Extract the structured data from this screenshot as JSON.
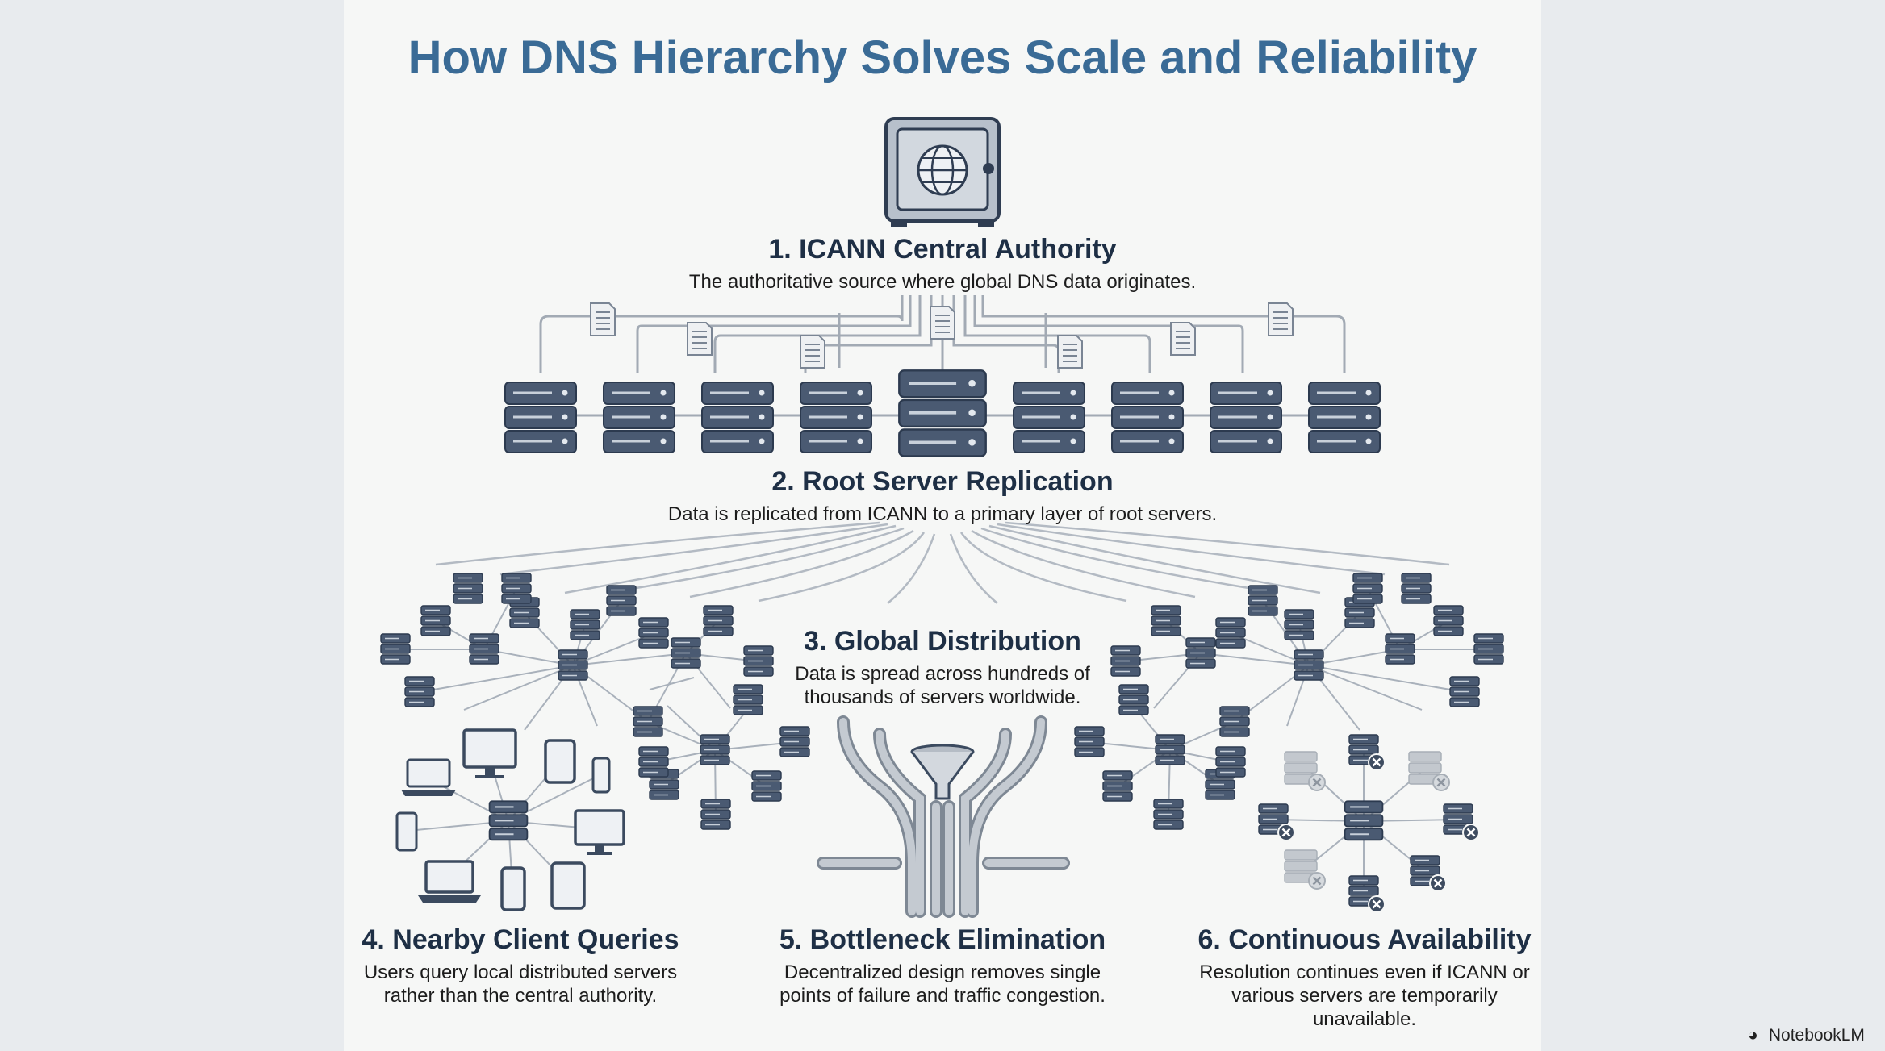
{
  "title": "How DNS Hierarchy Solves Scale and Reliability",
  "sections": [
    {
      "heading": "1. ICANN Central Authority",
      "desc": "The authoritative source where global DNS data originates."
    },
    {
      "heading": "2. Root Server Replication",
      "desc": "Data is replicated from ICANN to a primary layer of root servers."
    },
    {
      "heading": "3. Global Distribution",
      "desc": "Data is spread across hundreds of thousands of servers worldwide."
    },
    {
      "heading": "4. Nearby Client Queries",
      "desc": "Users query local distributed servers rather than the central authority."
    },
    {
      "heading": "5. Bottleneck Elimination",
      "desc": "Decentralized design removes single points of failure and traffic congestion."
    },
    {
      "heading": "6. Continuous Availability",
      "desc": "Resolution continues even if ICANN or various servers are temporarily unavailable."
    }
  ],
  "brand": "NotebookLM",
  "icons": [
    "safe-globe-icon",
    "document-icon",
    "server-rack-icon",
    "server-node-icon",
    "laptop-icon",
    "monitor-icon",
    "tablet-icon",
    "phone-icon",
    "funnel-icon",
    "offline-server-icon",
    "error-x-icon"
  ],
  "colors": {
    "title": "#3a6b96",
    "server": "#4a5a72",
    "server_light": "#b8bec6",
    "line": "#9aa3ad",
    "panel": "#f6f7f6",
    "background": "#e9ecef"
  }
}
